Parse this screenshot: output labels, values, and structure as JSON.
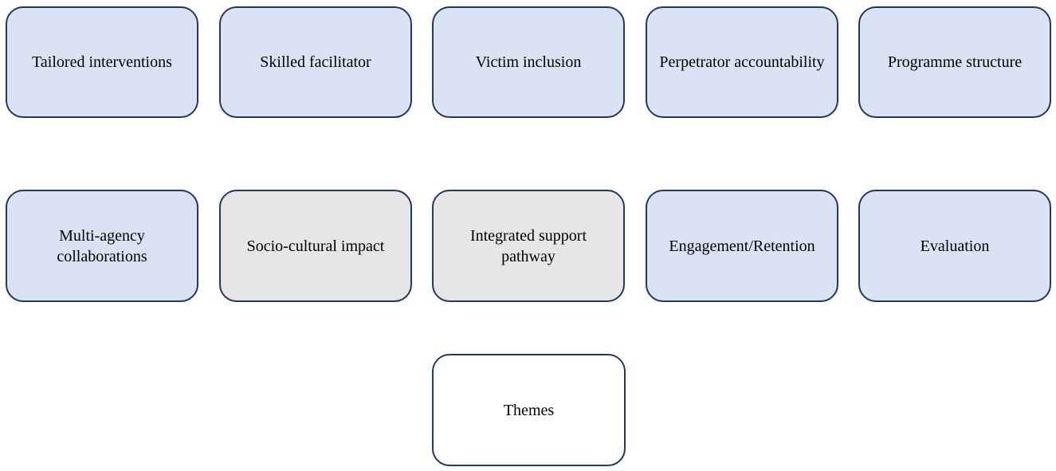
{
  "figure": {
    "description": "Themes diagram with rounded rectangle nodes",
    "boxes": [
      {
        "label": "Tailored interventions",
        "fill": "blue"
      },
      {
        "label": "Skilled facilitator",
        "fill": "blue"
      },
      {
        "label": "Victim inclusion",
        "fill": "blue"
      },
      {
        "label": "Perpetrator accountability",
        "fill": "blue"
      },
      {
        "label": "Programme structure",
        "fill": "blue"
      },
      {
        "label": "Multi-agency collaborations",
        "fill": "blue"
      },
      {
        "label": "Socio-cultural impact",
        "fill": "gray"
      },
      {
        "label": "Integrated support pathway",
        "fill": "gray"
      },
      {
        "label": "Engagement/Retention",
        "fill": "blue"
      },
      {
        "label": "Evaluation",
        "fill": "blue"
      },
      {
        "label": "Themes",
        "fill": "white"
      }
    ],
    "colors": {
      "box_fill_blue": "#dae3f3",
      "box_fill_gray": "#e7e5e5",
      "box_fill_white": "#ffffff",
      "box_border": "#1f3864",
      "text": "#000000",
      "background": "#ffffff"
    }
  }
}
